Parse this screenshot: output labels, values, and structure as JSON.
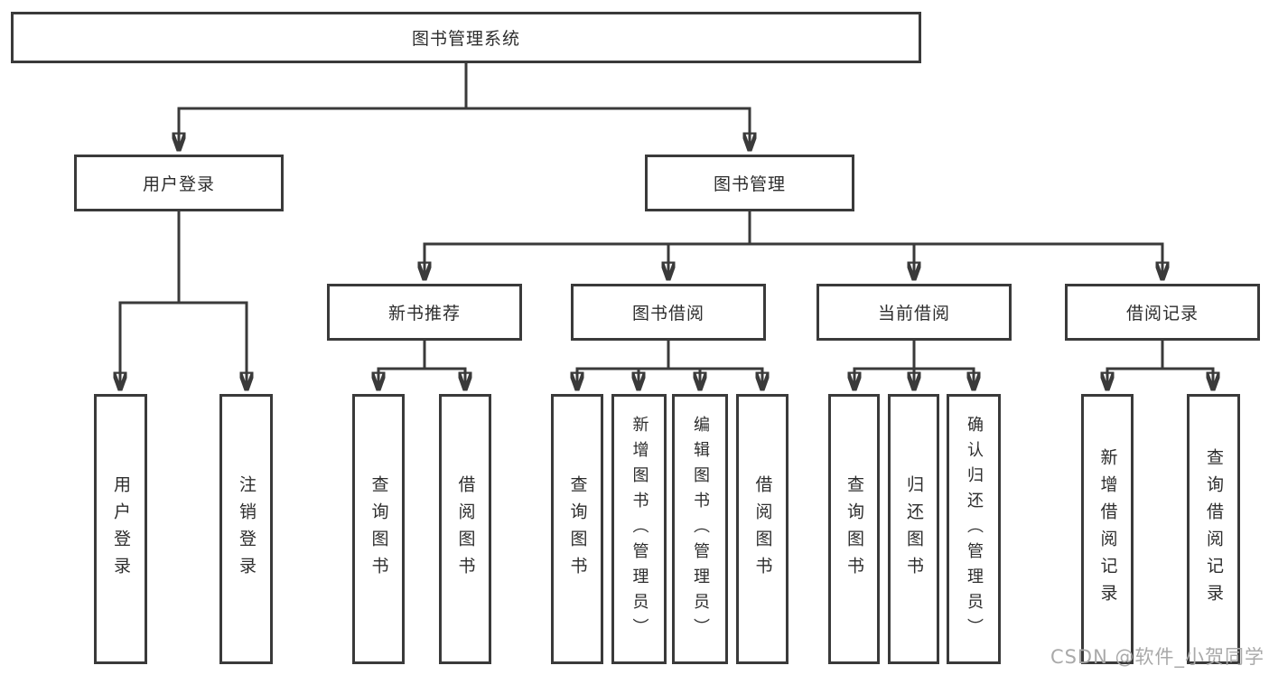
{
  "tree": {
    "root": {
      "label": "图书管理系统"
    },
    "login": {
      "label": "用户登录",
      "children": [
        {
          "label": "用户登录"
        },
        {
          "label": "注销登录"
        }
      ]
    },
    "mgmt": {
      "label": "图书管理",
      "children": [
        {
          "label": "新书推荐",
          "children": [
            {
              "label": "查询图书"
            },
            {
              "label": "借阅图书"
            }
          ]
        },
        {
          "label": "图书借阅",
          "children": [
            {
              "label": "查询图书"
            },
            {
              "label": "新增图书（管理员）"
            },
            {
              "label": "编辑图书（管理员）"
            },
            {
              "label": "借阅图书"
            }
          ]
        },
        {
          "label": "当前借阅",
          "children": [
            {
              "label": "查询图书"
            },
            {
              "label": "归还图书"
            },
            {
              "label": "确认归还（管理员）"
            }
          ]
        },
        {
          "label": "借阅记录",
          "children": [
            {
              "label": "新增借阅记录"
            },
            {
              "label": "查询借阅记录"
            }
          ]
        }
      ]
    }
  },
  "watermark": {
    "text": "CSDN @软件_小贺同学"
  },
  "colors": {
    "line": "#3a3a3a",
    "text": "#2d2d2d",
    "box_background": "#ffffff",
    "watermark": "#a9a9a9",
    "background": "#ffffff"
  }
}
